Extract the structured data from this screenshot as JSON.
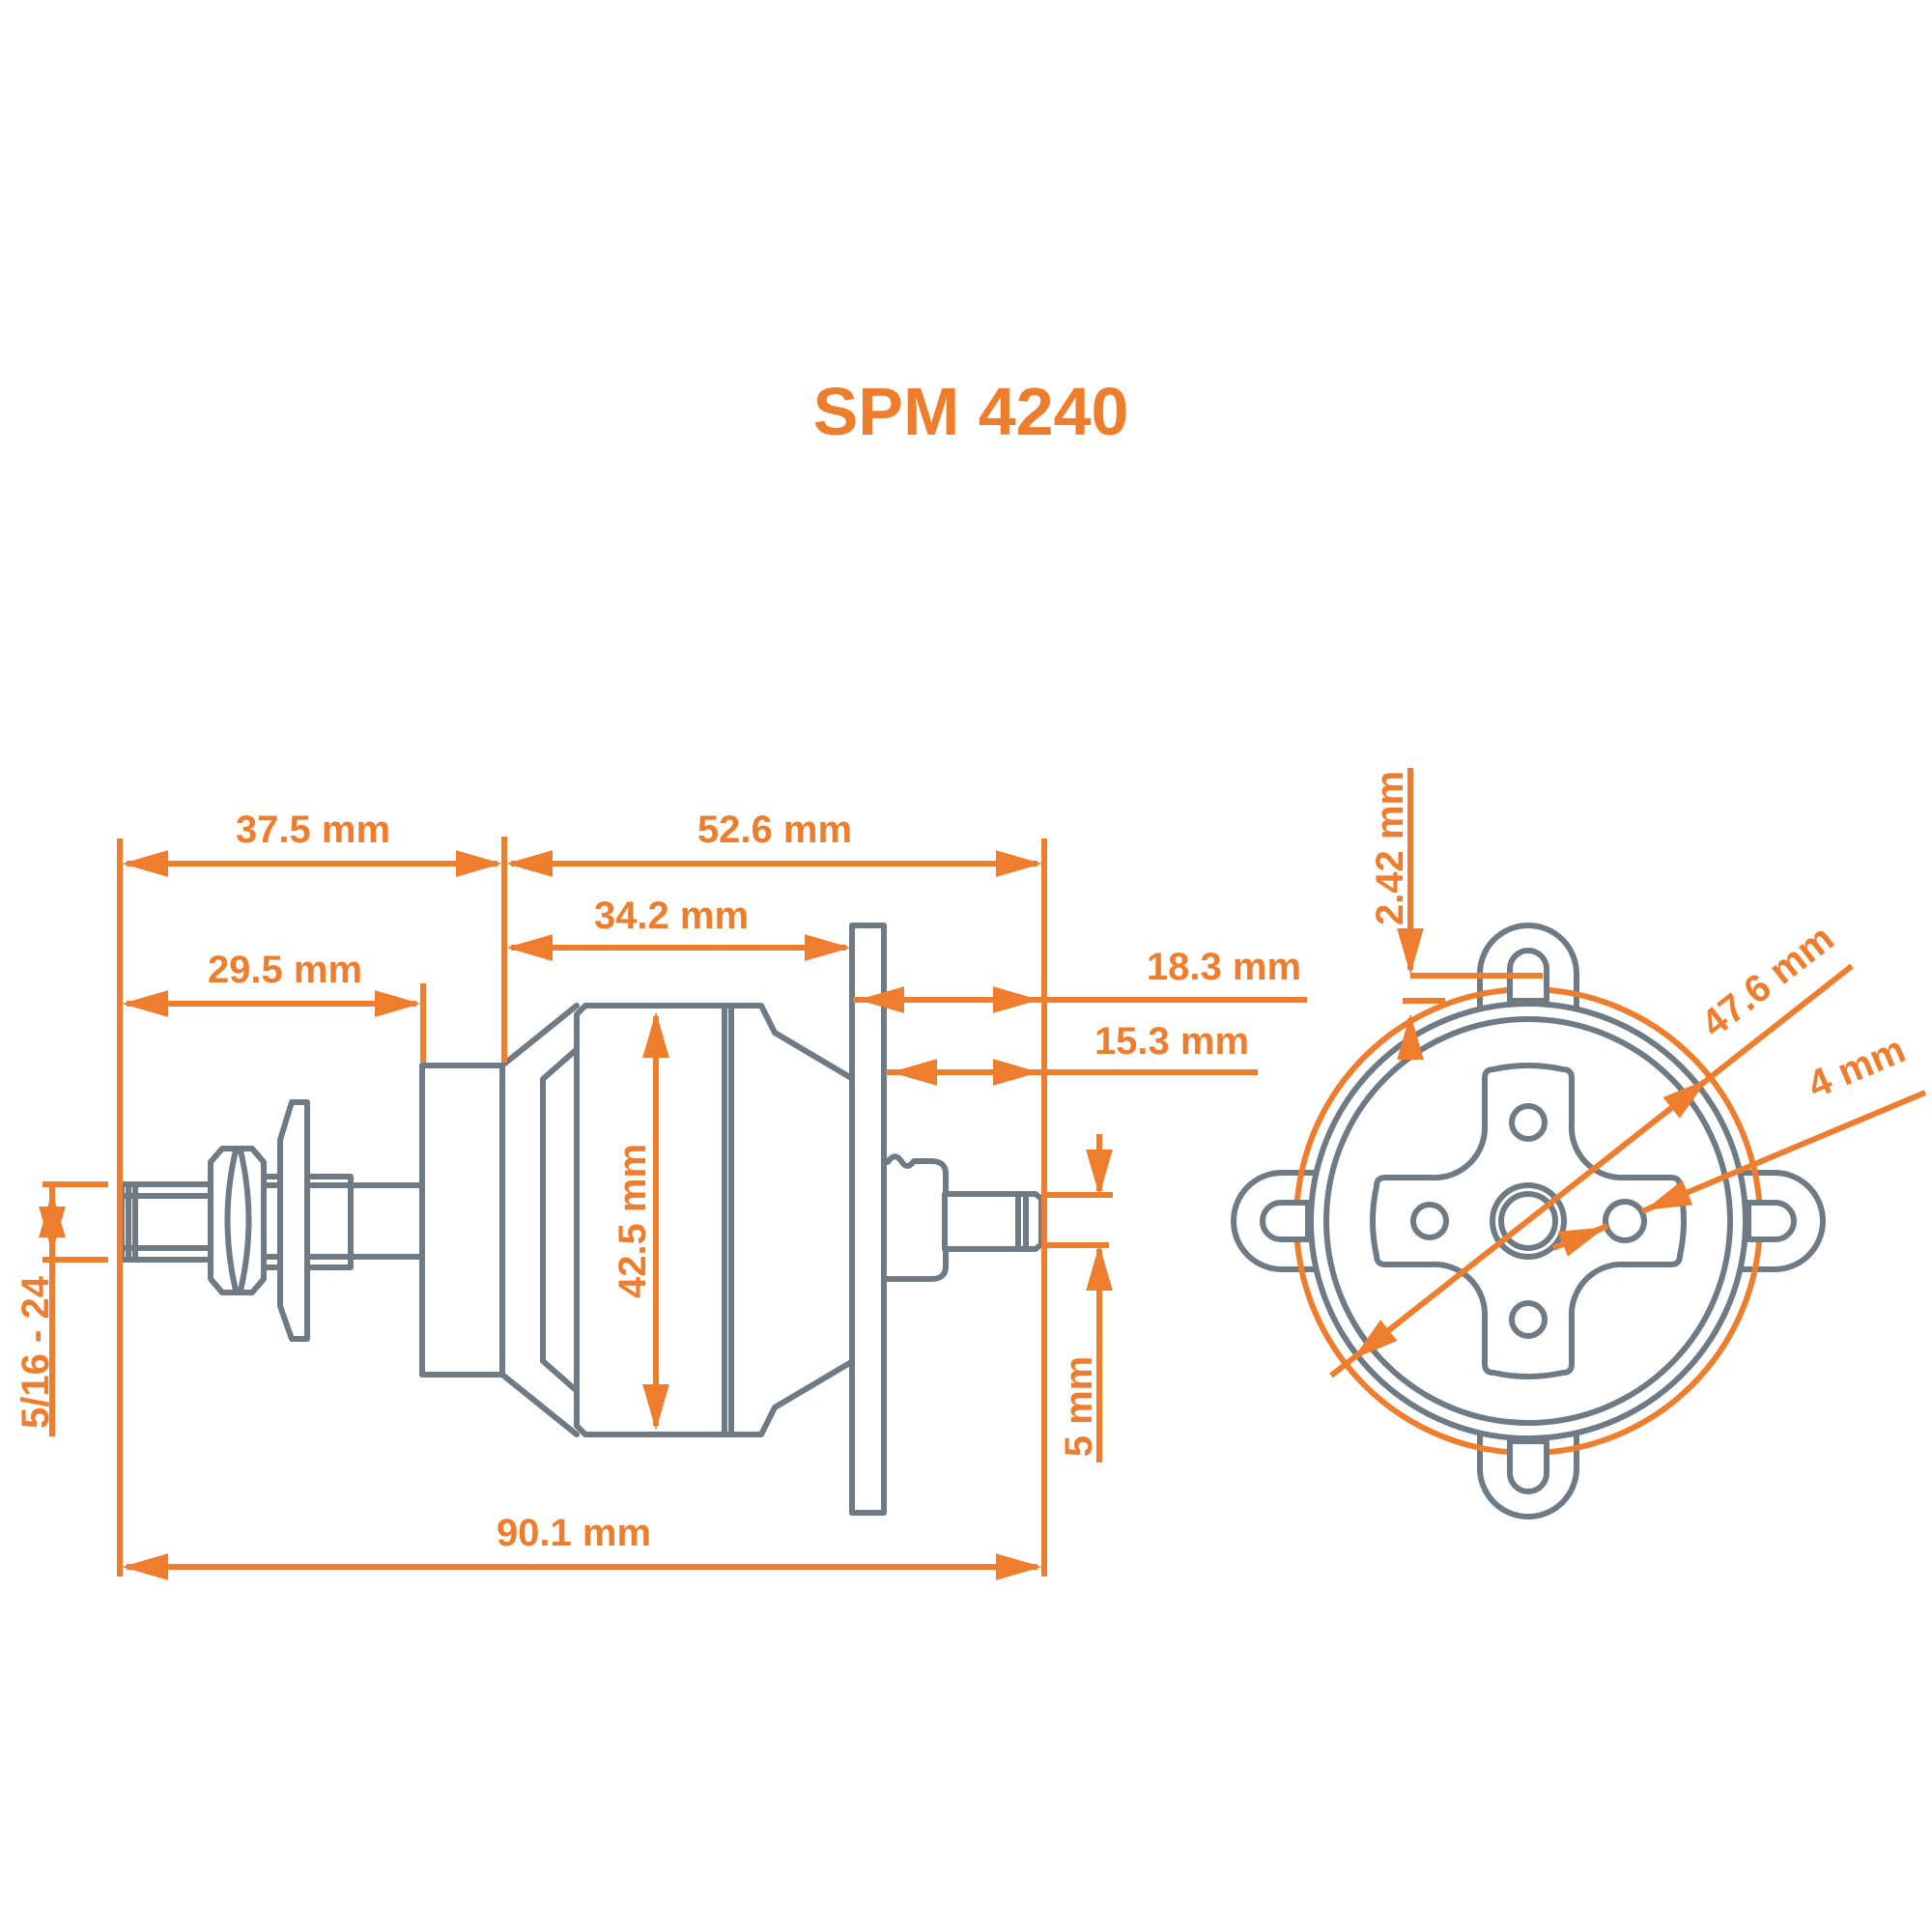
{
  "title": "SPM 4240",
  "colors": {
    "accent": "#EF7D2E",
    "line": "#6E7B85"
  },
  "side_view": {
    "name": "motor side profile view",
    "dims": {
      "front_section_length": "37.5 mm",
      "rear_section_length": "52.6 mm",
      "can_length": "34.2 mm",
      "shaft_exposed_length": "29.5 mm",
      "plate_to_shaft_end": "18.3 mm",
      "rear_shaft_length": "15.3 mm",
      "can_diameter": "42.5 mm",
      "prop_shaft_thread": "5/16 - 24",
      "overall_length": "90.1 mm",
      "rear_shaft_diameter": "5 mm"
    }
  },
  "front_view": {
    "name": "motor rear mount view",
    "dims": {
      "tab_slot_offset": "2.42 mm",
      "mount_plate_diameter": "47.6 mm",
      "mount_hole_diameter": "4 mm"
    }
  }
}
